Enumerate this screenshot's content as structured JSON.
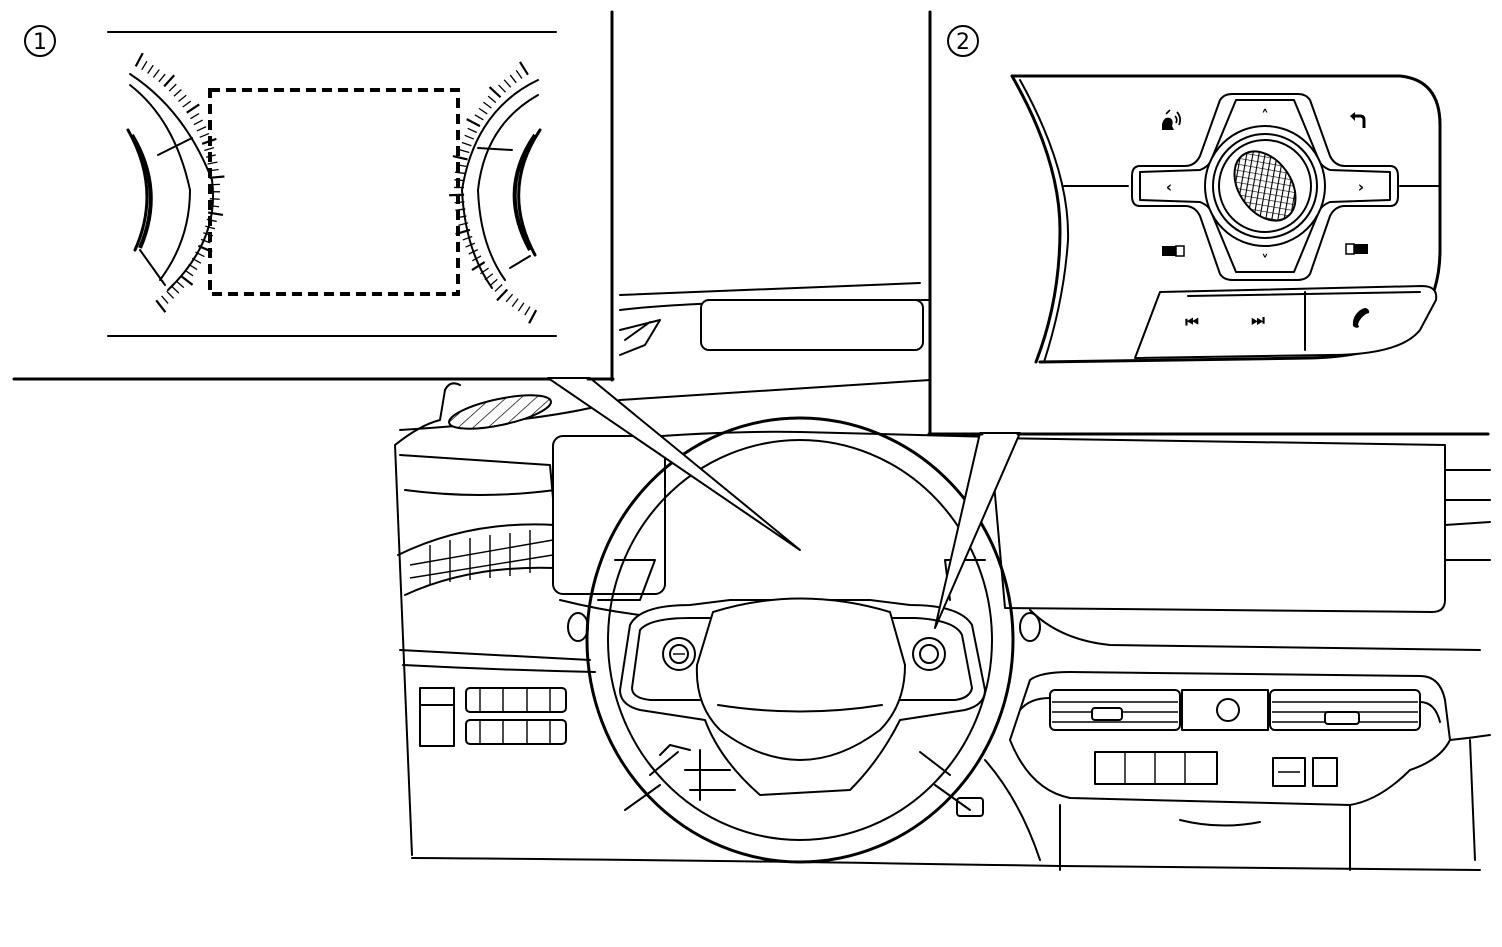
{
  "callouts": [
    {
      "id": 1,
      "label": "1",
      "target": "meter-display"
    },
    {
      "id": 2,
      "label": "2",
      "target": "steering-wheel-switches"
    }
  ],
  "icons": {
    "voice": "voice-command-icon",
    "back": "back-arrow-icon",
    "up": "chevron-up-icon",
    "down": "chevron-down-icon",
    "left": "chevron-left-icon",
    "right": "chevron-right-icon",
    "dial": "scroll-dial-icon",
    "skip_back": "skip-back-icon",
    "skip_forward": "skip-forward-icon",
    "phone": "phone-icon",
    "left_tab": "left-tab-icon",
    "right_tab": "right-tab-icon"
  },
  "glyphs": {
    "up": "˄",
    "down": "˅",
    "left": "‹",
    "right": "›",
    "skip_back": "⏮",
    "skip_forward": "⏭"
  },
  "colors": {
    "line": "#000000",
    "background": "#ffffff"
  }
}
